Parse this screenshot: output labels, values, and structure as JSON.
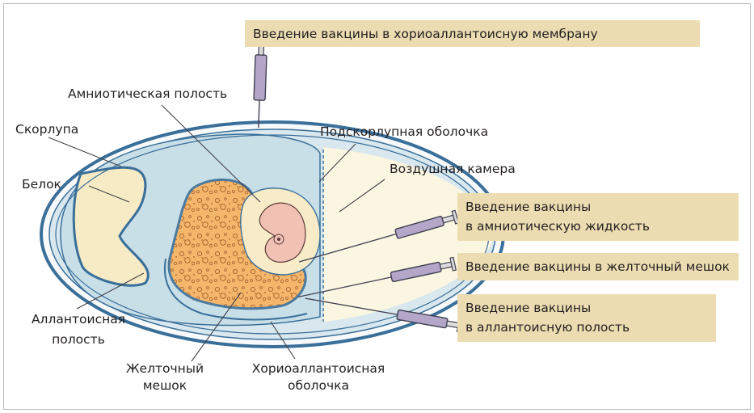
{
  "labels": {
    "amniotic_cavity": "Амниотическая полость",
    "shell": "Скорлупа",
    "subshell_membrane": "Подскорлупная оболочка",
    "air_chamber": "Воздушная камера",
    "albumen": "Белок",
    "allantoic_cavity_line1": "Аллантоисная",
    "allantoic_cavity_line2": "полость",
    "yolk_sac_line1": "Желточный",
    "yolk_sac_line2": "мешок",
    "chorioallantoic_line1": "Хориоаллантоисная",
    "chorioallantoic_line2": "оболочка"
  },
  "injection_routes": {
    "cam": "Введение вакцины в хориоаллантоисную мембрану",
    "amniotic_line1": "Введение вакцины",
    "amniotic_line2": "в амниотическую жидкость",
    "yolk": "Введение вакцины в желточный мешок",
    "allantoic_line1": "Введение вакцины",
    "allantoic_line2": "в аллантоисную полость"
  },
  "colors": {
    "box_fill": "#ecdcb1",
    "shell_outline": "#3a6f9a",
    "cavity_fill": "#cfe3ea",
    "albumen_fill": "#f6ebc4",
    "yolk_fill": "#f3b66b",
    "embryo_fill": "#f1c2b4",
    "air_chamber_fill": "#fbf6e1",
    "syringe_barrel": "#b4a6c8"
  }
}
